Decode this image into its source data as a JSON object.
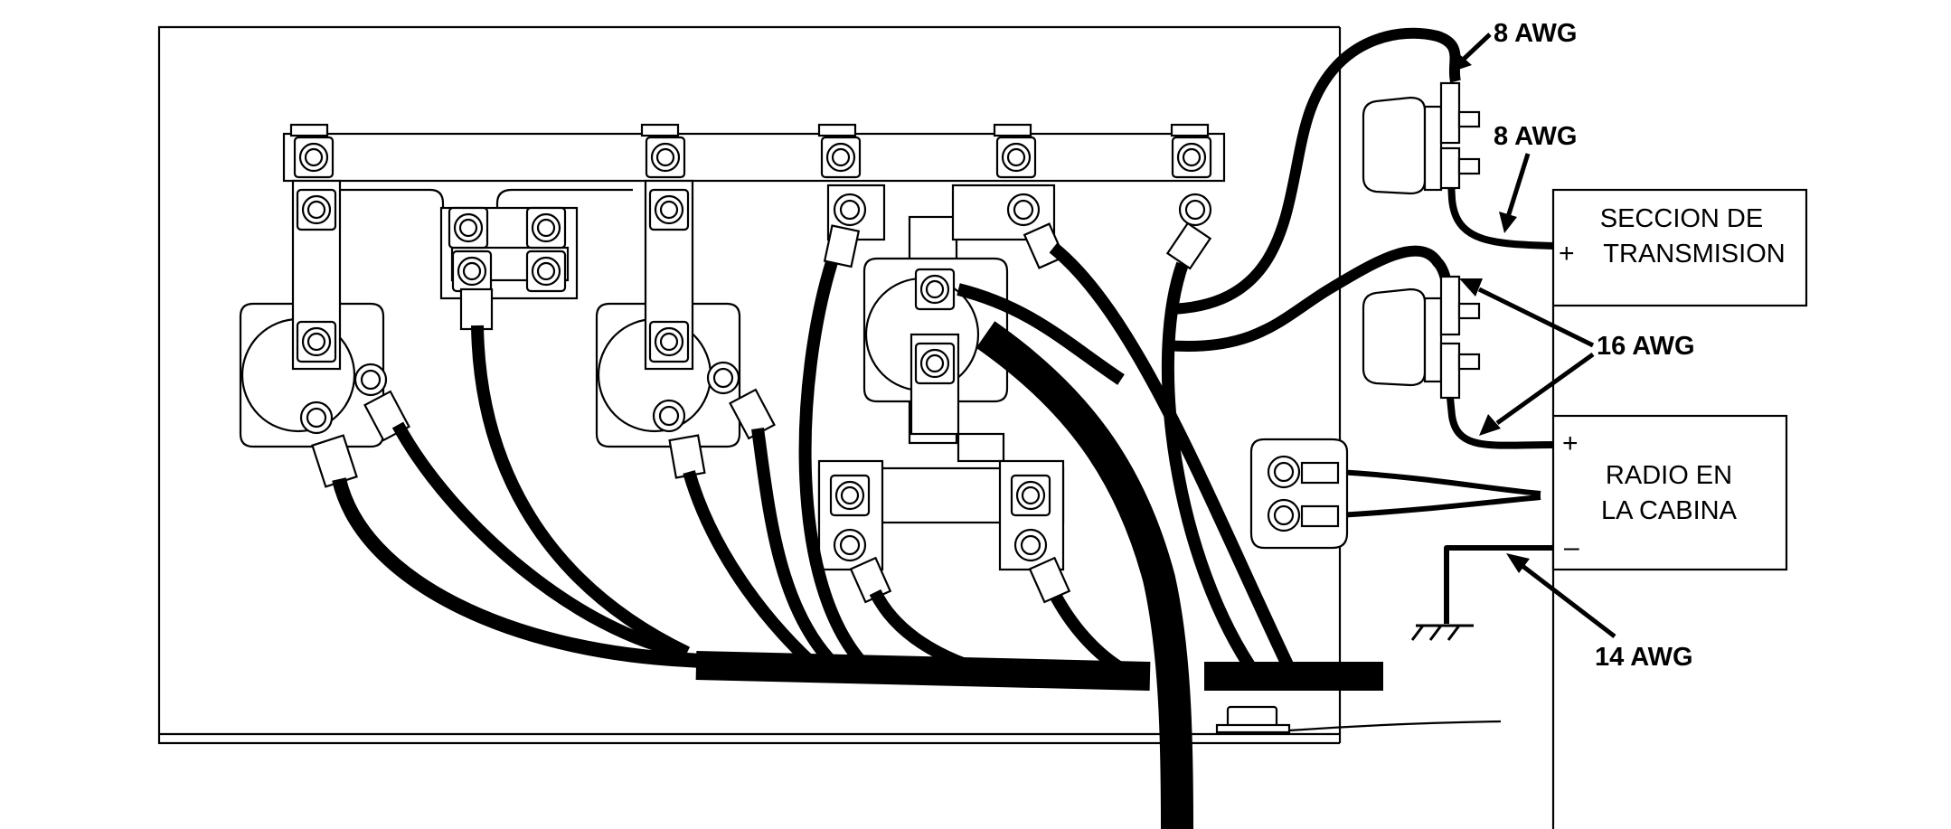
{
  "labels": {
    "awg_top": "8 AWG",
    "awg_second": "8 AWG",
    "awg_16": "16 AWG",
    "awg_14": "14 AWG"
  },
  "transmission_box": {
    "line1": "SECCION DE",
    "line2": "TRANSMISION",
    "plus": "+"
  },
  "radio_box": {
    "line1": "RADIO EN",
    "line2": "LA CABINA",
    "plus": "+",
    "minus": "–"
  },
  "colors": {
    "ink": "#000000",
    "paper": "#ffffff"
  }
}
